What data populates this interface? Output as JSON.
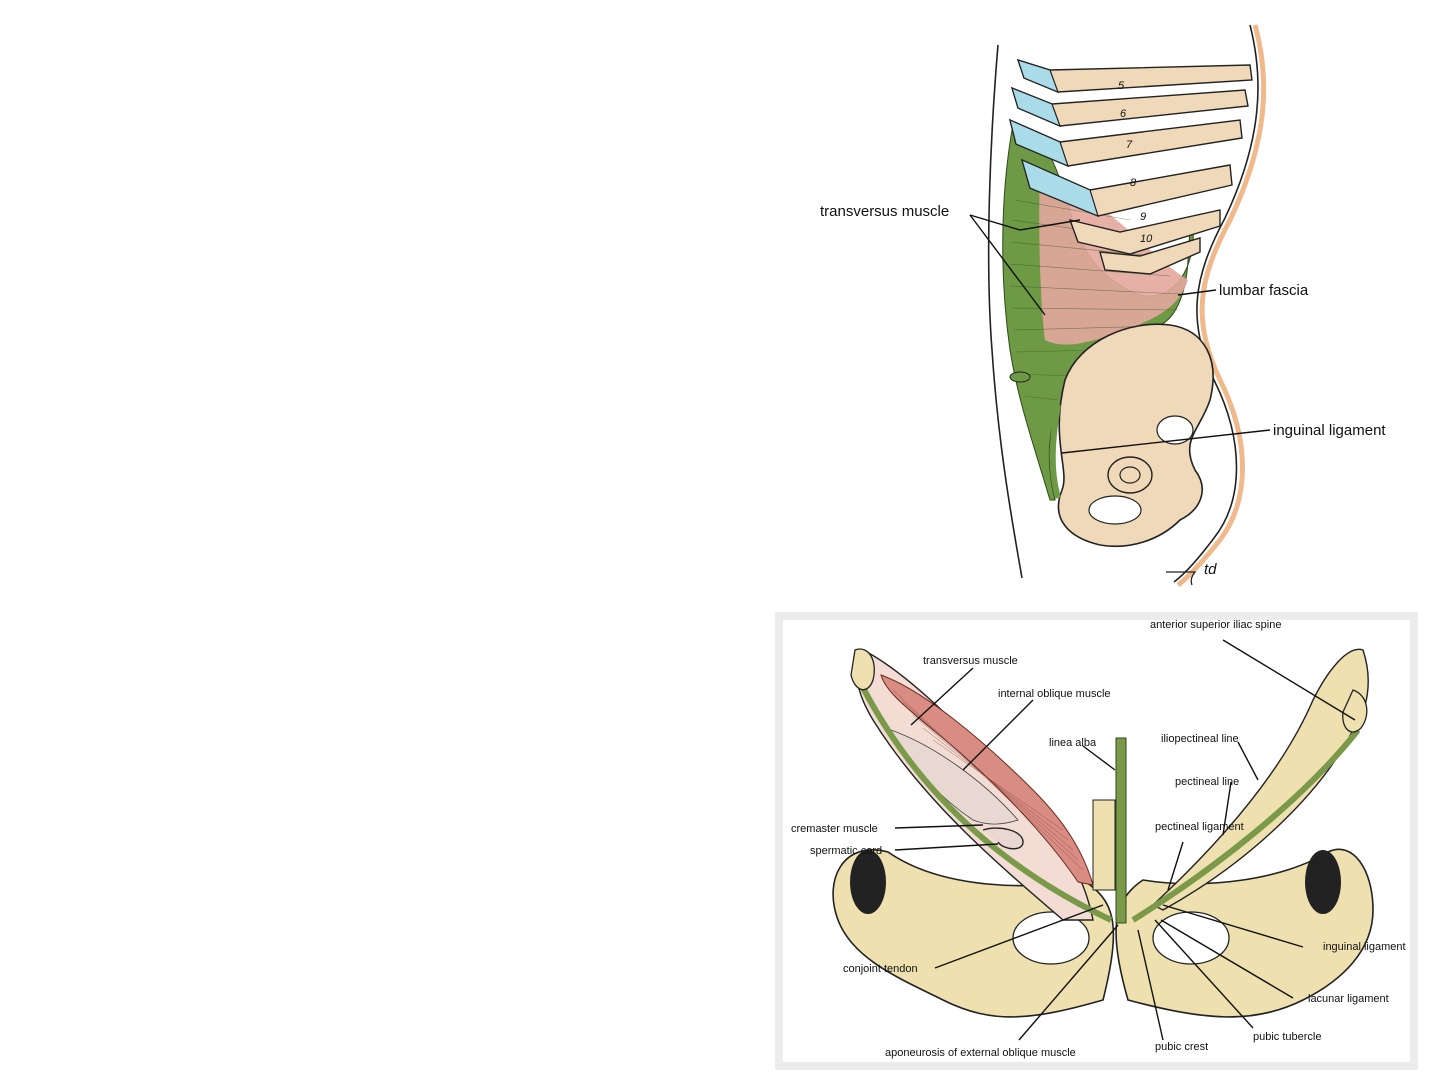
{
  "top_figure": {
    "labels": {
      "transversus_muscle": "transversus muscle",
      "lumbar_fascia": "lumbar fascia",
      "inguinal_ligament": "inguinal ligament"
    },
    "rib_numbers": [
      "5",
      "6",
      "7",
      "8",
      "9",
      "10"
    ],
    "signature": "td",
    "colors": {
      "muscle": "#6e9a45",
      "fascia": "#e3a79c",
      "cartilage": "#a9dbe9",
      "bone": "#efd9b8",
      "skin": "#f0b98c"
    }
  },
  "bottom_figure": {
    "labels": {
      "anterior_superior_iliac_spine": "anterior superior iliac spine",
      "transversus_muscle": "transversus muscle",
      "internal_oblique_muscle": "internal oblique muscle",
      "linea_alba": "linea alba",
      "iliopectineal_line": "iliopectineal line",
      "pectineal_line": "pectineal line",
      "pectineal_ligament": "pectineal ligament",
      "cremaster_muscle": "cremaster muscle",
      "spermatic_cord": "spermatic cord",
      "inguinal_ligament": "inguinal ligament",
      "conjoint_tendon": "conjoint tendon",
      "lacunar_ligament": "lacunar ligament",
      "pubic_tubercle": "pubic tubercle",
      "aponeurosis_of_external_oblique_muscle": "aponeurosis of external oblique muscle",
      "pubic_crest": "pubic crest"
    },
    "colors": {
      "muscle": "#d98d82",
      "ligament": "#7a9a4a",
      "bone": "#efe0b0",
      "frame": "#ececec"
    }
  }
}
